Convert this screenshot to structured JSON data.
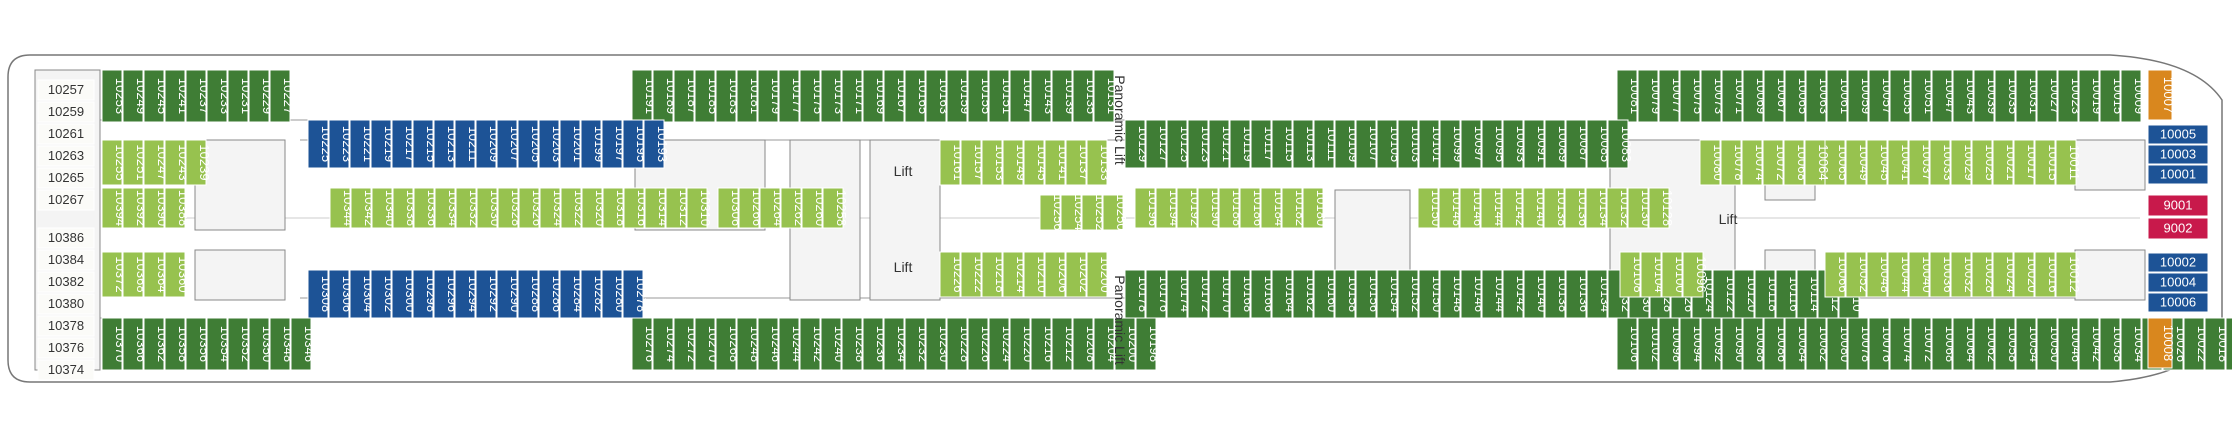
{
  "colors": {
    "dark_green": "#3f7d35",
    "light_green": "#97c24f",
    "blue": "#1d5396",
    "orange": "#d9871e",
    "red": "#c8194b",
    "pale": "#fbfbf8",
    "outline": "#777777"
  },
  "labels": {
    "lift_1": "Lift",
    "lift_2": "Lift",
    "lift_3": "Lift",
    "panoramic_lift_top": "Panoramic Lift",
    "panoramic_lift_bottom": "Panoramic Lift"
  },
  "cabins": {
    "bow_top": [
      "10257",
      "10259",
      "10261",
      "10263",
      "10265",
      "10267"
    ],
    "bow_bottom": [
      "10386",
      "10384",
      "10382",
      "10380",
      "10378",
      "10376",
      "10374"
    ],
    "top_row_1": [
      "10253",
      "10249",
      "10245",
      "10241",
      "10237",
      "10233",
      "10231",
      "10229",
      "10227"
    ],
    "top_row_2": [
      "10191",
      "10189",
      "10187",
      "10185",
      "10183",
      "10181",
      "10179",
      "10177",
      "10175",
      "10173",
      "10171",
      "10169",
      "10167",
      "10165",
      "10163",
      "10159",
      "10155",
      "10151",
      "10147",
      "10143",
      "10139",
      "10135",
      "10131"
    ],
    "top_row_3": [
      "10081",
      "10079",
      "10077",
      "10075",
      "10073",
      "10071",
      "10069",
      "10067",
      "10065",
      "10063",
      "10061",
      "10059",
      "10057",
      "10055",
      "10051",
      "10047",
      "10043",
      "10039",
      "10035",
      "10031",
      "10027",
      "10023",
      "10019",
      "10015",
      "10009"
    ],
    "bottom_row_1": [
      "10370",
      "10366",
      "10362",
      "10358",
      "10356",
      "10354",
      "10352",
      "10350",
      "10348",
      "10346"
    ],
    "bottom_row_2": [
      "10276",
      "10274",
      "10272",
      "10270",
      "10268",
      "10248",
      "10246",
      "10244",
      "10242",
      "10240",
      "10238",
      "10236",
      "10234",
      "10232",
      "10230",
      "10228",
      "10226",
      "10224",
      "10220",
      "10216",
      "10212",
      "10208",
      "10204",
      "10200",
      "10198"
    ],
    "bottom_row_3": [
      "10106",
      "10102",
      "10098",
      "10094",
      "10092",
      "10090",
      "10088",
      "10086",
      "10084",
      "10082",
      "10080",
      "10078",
      "10076",
      "10074",
      "10072",
      "10068",
      "10064",
      "10062",
      "10058",
      "10054",
      "10050",
      "10046",
      "10042",
      "10038",
      "10034",
      "10030",
      "10026",
      "10022",
      "10018",
      "10014",
      "10008"
    ],
    "inner_upper_blue": [
      "10225",
      "10223",
      "10221",
      "10219",
      "10217",
      "10215",
      "10213",
      "10211",
      "10209",
      "10207",
      "10205",
      "10203",
      "10201",
      "10199",
      "10197",
      "10195",
      "10193"
    ],
    "inner_upper_green": [
      "10129",
      "10127",
      "10125",
      "10123",
      "10121",
      "10119",
      "10117",
      "10115",
      "10113",
      "10111",
      "10109",
      "10107",
      "10105",
      "10103",
      "10101",
      "10099",
      "10097",
      "10095",
      "10093",
      "10091",
      "10089",
      "10087",
      "10085",
      "10083"
    ],
    "inner_lower_blue": [
      "10308",
      "10306",
      "10304",
      "10302",
      "10300",
      "10298",
      "10296",
      "10294",
      "10292",
      "10290",
      "10288",
      "10286",
      "10284",
      "10282",
      "10280",
      "10278"
    ],
    "inner_lower_green": [
      "10178",
      "10176",
      "10174",
      "10172",
      "10170",
      "10168",
      "10166",
      "10164",
      "10162",
      "10160",
      "10158",
      "10156",
      "10154",
      "10152",
      "10150",
      "10148",
      "10146",
      "10144",
      "10142",
      "10140",
      "10138",
      "10136",
      "10134",
      "10132",
      "10130",
      "10128",
      "10126",
      "10124",
      "10122",
      "10120",
      "10118",
      "10116",
      "10114",
      "10112",
      "10110"
    ],
    "middle_upper": [
      "10344",
      "10342",
      "10340",
      "10338",
      "10336",
      "10334",
      "10332",
      "10330",
      "10328",
      "10326",
      "10324",
      "10322",
      "10320",
      "10318",
      "10316",
      "10314",
      "10312",
      "10310",
      "10306",
      "10266",
      "10264",
      "10262",
      "10260",
      "10258"
    ],
    "middle_lower": [
      "10196",
      "10194",
      "10192",
      "10190",
      "10188",
      "10186",
      "10184",
      "10182",
      "10180",
      "10150",
      "10148",
      "10146",
      "10144",
      "10142",
      "10140",
      "10138",
      "10136",
      "10134",
      "10132",
      "10130",
      "10128"
    ],
    "aft_inner_upper": [
      "10255",
      "10251",
      "10247",
      "10243",
      "10239"
    ],
    "aft_inner_lower": [
      "10372",
      "10368",
      "10364",
      "10360"
    ],
    "aft_inner_small": [
      "10394",
      "10392",
      "10390",
      "10388"
    ],
    "center_light_top": [
      "10161",
      "10157",
      "10153",
      "10149",
      "10145",
      "10141",
      "10137",
      "10133"
    ],
    "center_light_bottom": [
      "10226",
      "10222",
      "10218",
      "10214",
      "10210",
      "10206",
      "10202",
      "10200"
    ],
    "center_light_mid": [
      "10256",
      "10254",
      "10252",
      "10250"
    ],
    "fwd_inner_upper": [
      "10065",
      "10049",
      "10045",
      "10041",
      "10037",
      "10033",
      "10029",
      "10025",
      "10021",
      "10017",
      "10015",
      "10011"
    ],
    "fwd_inner_upper_2": [
      "10080",
      "10078",
      "10074",
      "10072",
      "10068",
      "10064"
    ],
    "fwd_inner_lower": [
      "10066",
      "10052",
      "10048",
      "10044",
      "10040",
      "10036",
      "10032",
      "10028",
      "10024",
      "10020",
      "10016",
      "10012"
    ],
    "fwd_inner_lower_2": [
      "10108",
      "10104",
      "10100",
      "10096"
    ],
    "bow_right_blue_top": [
      "10005",
      "10003",
      "10001"
    ],
    "bow_right_red": [
      "9001",
      "9002"
    ],
    "bow_right_blue_bottom": [
      "10002",
      "10004",
      "10006"
    ],
    "bow_right_orange_top": "10007",
    "bow_right_orange_bottom": "10008"
  }
}
